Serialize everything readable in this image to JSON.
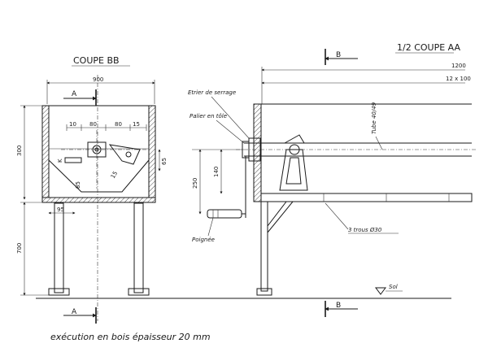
{
  "titles": {
    "coupe_bb": "COUPE BB",
    "demi_coupe_aa": "1/2 COUPE AA"
  },
  "section_markers": {
    "a_top": "A",
    "a_bottom": "A",
    "b_top": "B",
    "b_bottom": "B"
  },
  "dimensions": {
    "width_900": "900",
    "d_10": "10",
    "d_80a": "80",
    "d_80b": "80",
    "d_15": "15",
    "d_65": "65",
    "d_95": "95",
    "d_15b": "15",
    "height_300": "300",
    "height_700": "700",
    "height_250": "250",
    "d_140": "140",
    "d_85": "85",
    "d_k": "K",
    "len_1200": "1200",
    "len_12x100": "12 x 100"
  },
  "annotations": {
    "etrier": "Etrier de serrage",
    "palier": "Palier en tôle",
    "tube": "Tube 40/49",
    "poignee": "Poignée",
    "trous": "3 trous Ø30",
    "sol": "Sol"
  },
  "footer": {
    "note": "exécution en bois épaisseur 20 mm"
  }
}
